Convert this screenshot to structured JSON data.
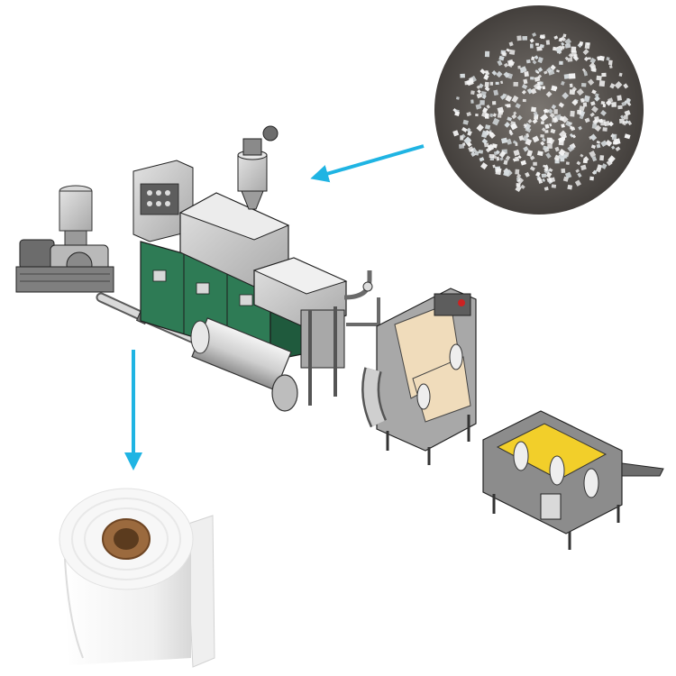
{
  "diagram": {
    "kind": "process-flow",
    "background": "#ffffff",
    "arrow_color": "#1fb4e3",
    "frame_color": "#4a4a4a",
    "panel_green": "#2e7b55",
    "belt_tan": "#f0dcbb",
    "belt_yellow": "#f2cf2a",
    "components": [
      {
        "id": "raw-material",
        "icon": "plastic-granules-photo"
      },
      {
        "id": "blower",
        "icon": "roots-blower"
      },
      {
        "id": "extruder",
        "icon": "extruder-machine"
      },
      {
        "id": "spinneret",
        "icon": "cyclone-and-spinneret"
      },
      {
        "id": "web-former",
        "icon": "web-forming-conveyor"
      },
      {
        "id": "winder",
        "icon": "winding-unit"
      },
      {
        "id": "product",
        "icon": "nonwoven-fabric-roll-photo"
      }
    ],
    "flows": [
      {
        "from": "raw-material",
        "to": "extruder"
      },
      {
        "from": "blower",
        "to": "product"
      }
    ]
  }
}
